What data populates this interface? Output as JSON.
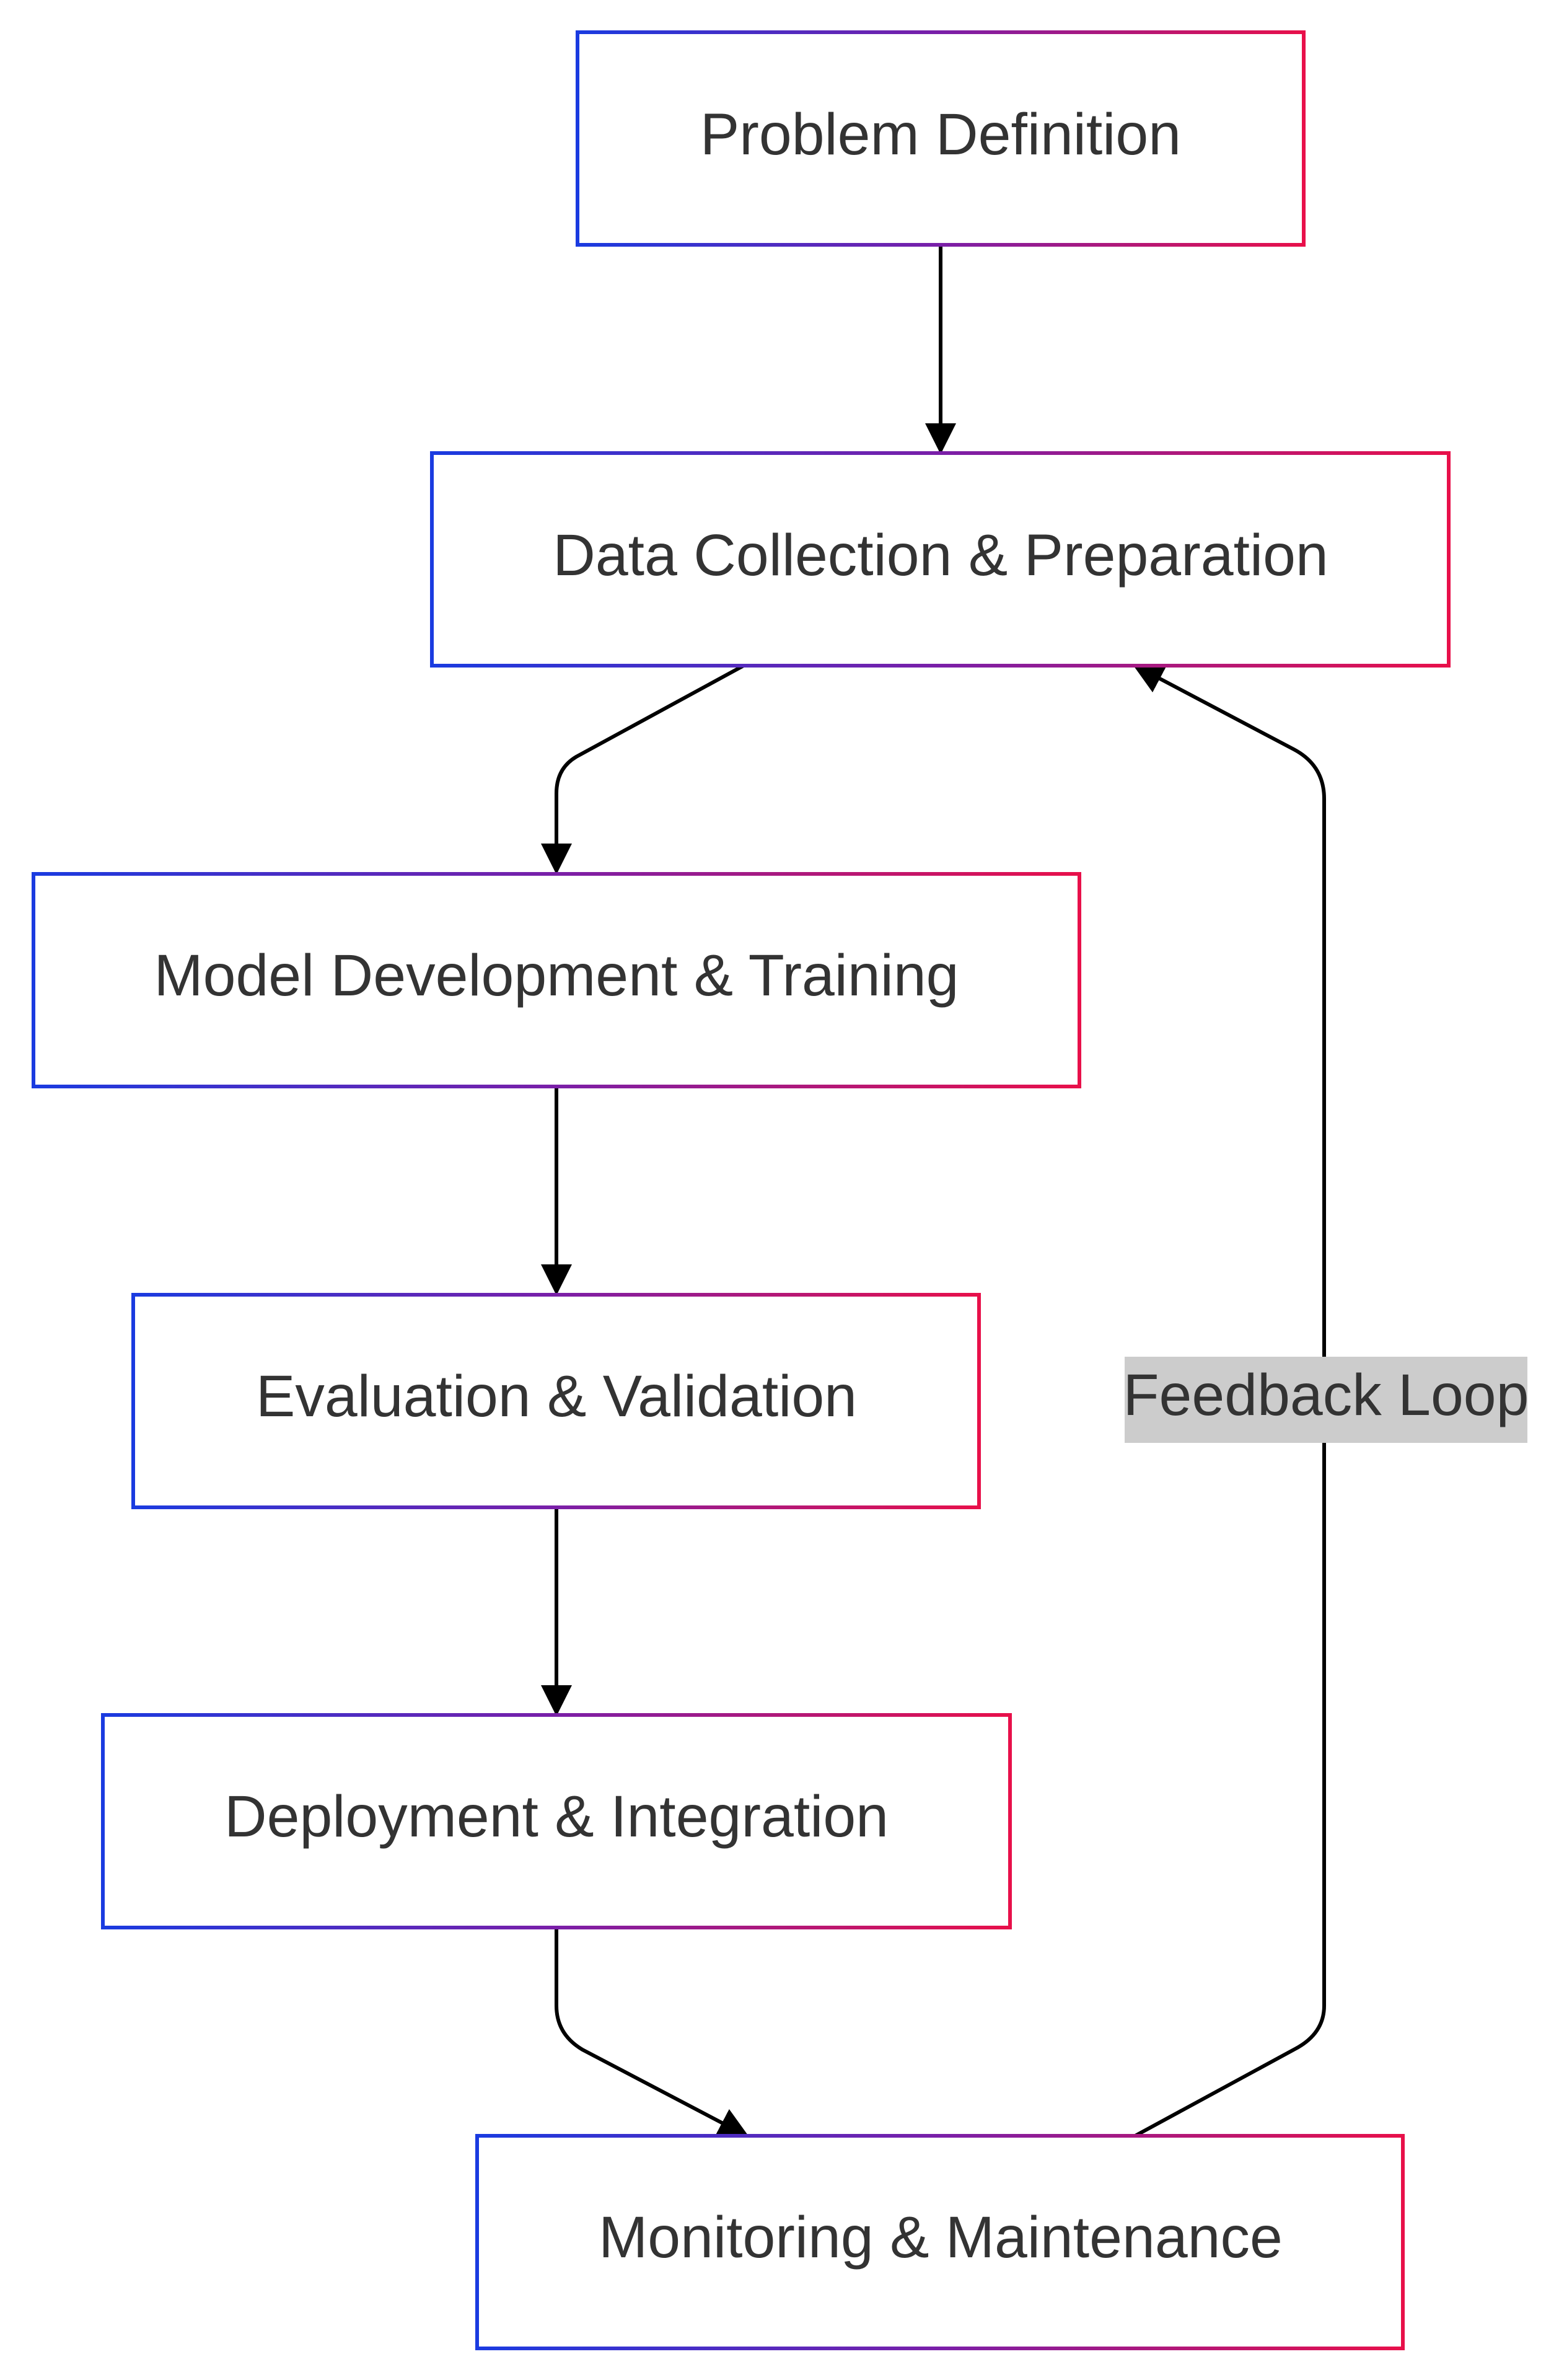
{
  "diagram": {
    "type": "flowchart",
    "direction": "top-down",
    "colors": {
      "border_gradient_start": "#1a3be0",
      "border_gradient_end": "#e8104a",
      "node_fill": "#ffffff",
      "text": "#333333",
      "edge": "#000000",
      "edge_label_background": "#cccccc"
    },
    "nodes": [
      {
        "id": "problem",
        "label": "Problem Definition"
      },
      {
        "id": "data",
        "label": "Data Collection & Preparation"
      },
      {
        "id": "model",
        "label": "Model Development & Training"
      },
      {
        "id": "evaluation",
        "label": "Evaluation & Validation"
      },
      {
        "id": "deployment",
        "label": "Deployment & Integration"
      },
      {
        "id": "monitoring",
        "label": "Monitoring & Maintenance"
      }
    ],
    "edges": [
      {
        "from": "problem",
        "to": "data",
        "label": ""
      },
      {
        "from": "data",
        "to": "model",
        "label": ""
      },
      {
        "from": "model",
        "to": "evaluation",
        "label": ""
      },
      {
        "from": "evaluation",
        "to": "deployment",
        "label": ""
      },
      {
        "from": "deployment",
        "to": "monitoring",
        "label": ""
      },
      {
        "from": "monitoring",
        "to": "data",
        "label": "Feedback Loop"
      }
    ]
  }
}
